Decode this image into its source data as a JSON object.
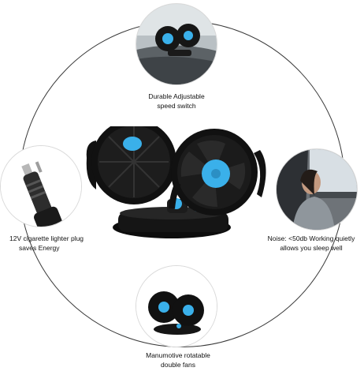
{
  "features": [
    {
      "line1": "Durable Adjustable",
      "line2": "speed switch",
      "icon": "speed-switch-icon"
    },
    {
      "line1": "12V cigarette lighter plug",
      "line2": "saves Energy",
      "icon": "plug-icon"
    },
    {
      "line1": "Noise: <50db Working quietly",
      "line2": "allows you sleep well",
      "icon": "quiet-icon"
    },
    {
      "line1": "Manumotive rotatable",
      "line2": "double fans",
      "icon": "fan-icon"
    }
  ],
  "colors": {
    "accent": "#3ab0ea",
    "body": "#111111",
    "ring": "#3a3a3a"
  }
}
